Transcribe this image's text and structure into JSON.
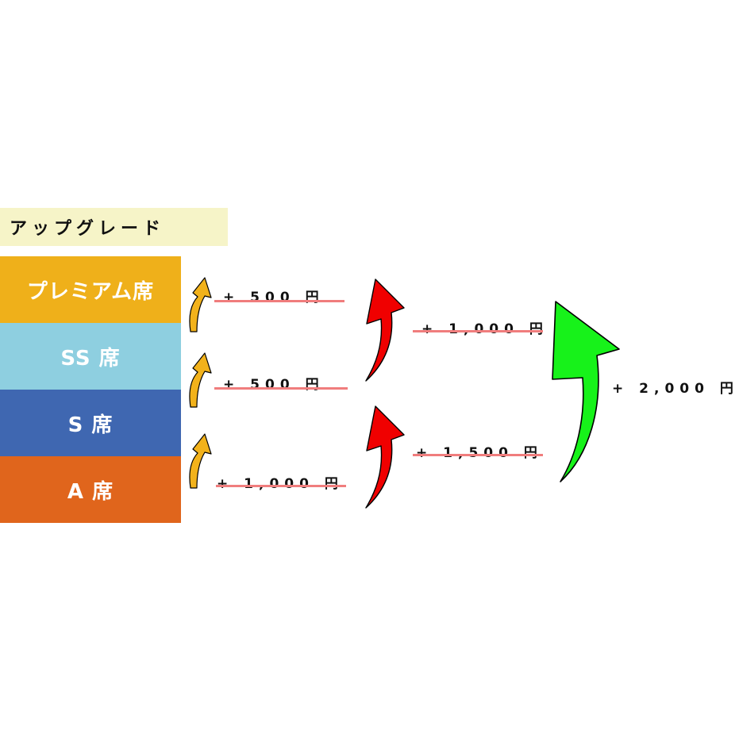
{
  "title": "アップグレード",
  "tiers": [
    {
      "label": "プレミアム席",
      "color": "#efb01a"
    },
    {
      "label": "SS 席",
      "color": "#8ecfe0"
    },
    {
      "label": "S 席",
      "color": "#3f67b1"
    },
    {
      "label": "A 席",
      "color": "#e0651c"
    }
  ],
  "steps": {
    "single": [
      "+ 500 円",
      "+ 500 円",
      "+ 1,000 円"
    ],
    "double": [
      "+ 1,000 円",
      "+ 1,500 円"
    ],
    "triple": "+ 2,000 円"
  },
  "colors": {
    "single_arrow": "#f2b21b",
    "double_arrow": "#f00000",
    "triple_arrow": "#17f21a",
    "underline": "#f07d7d"
  }
}
